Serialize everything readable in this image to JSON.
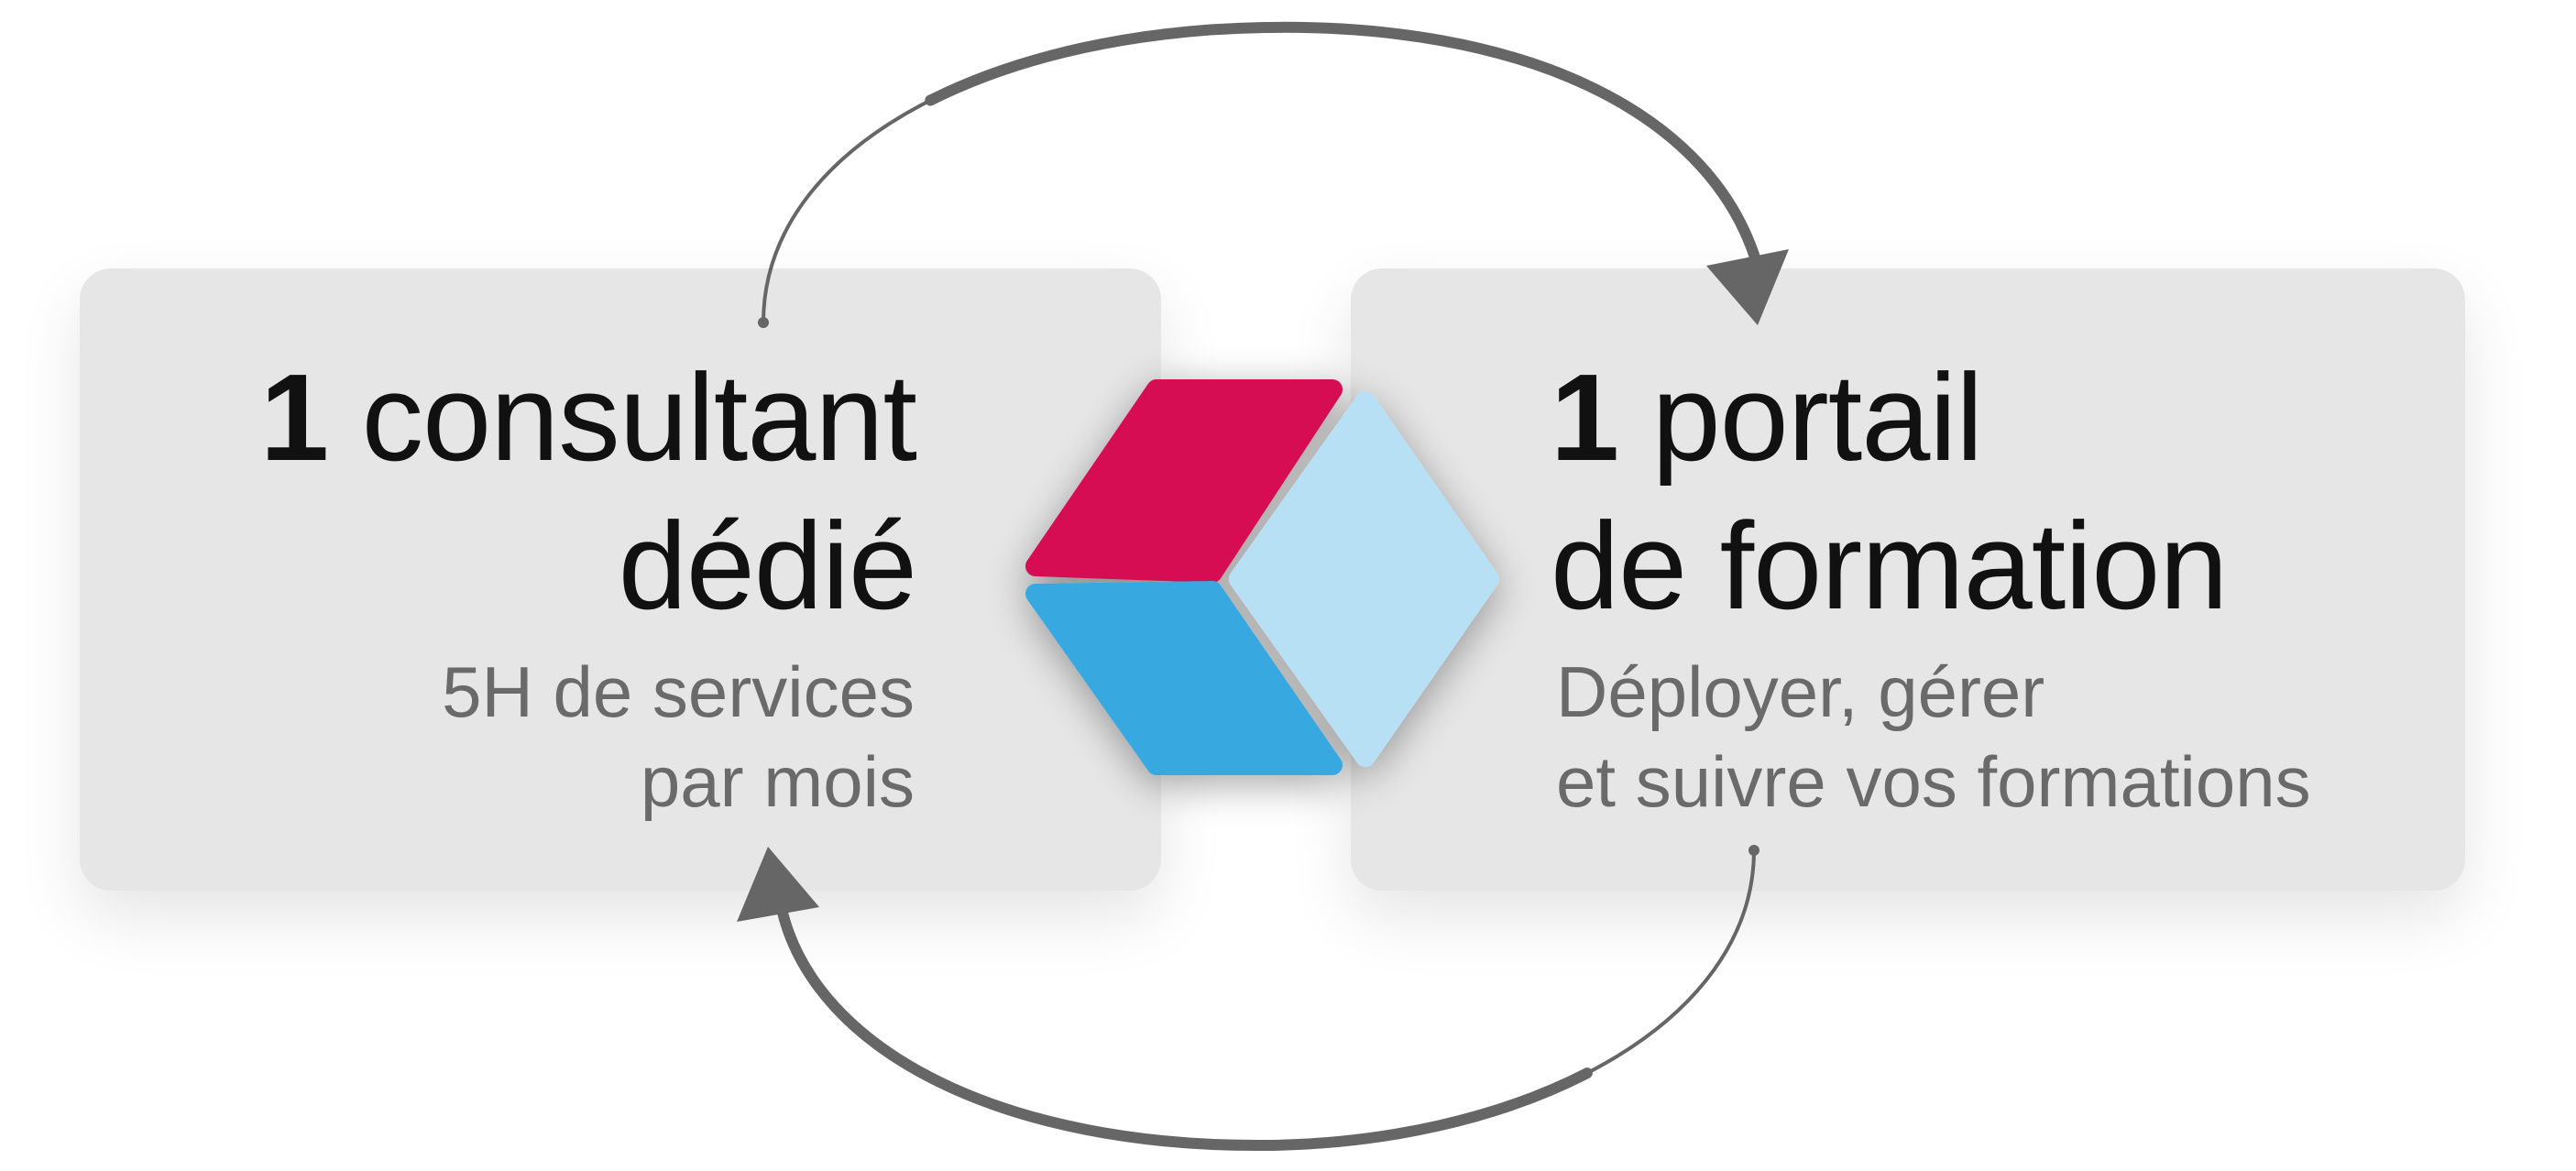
{
  "left_card": {
    "number": "1",
    "title_rest": "consultant",
    "title_line2": "dédié",
    "subtitle_line1": "5H de services",
    "subtitle_line2": "par mois"
  },
  "right_card": {
    "number": "1",
    "title_rest": "portail",
    "title_line2": "de formation",
    "subtitle_line1": "Déployer, gérer",
    "subtitle_line2": "et suivre vos formations"
  },
  "colors": {
    "card_background": "#e6e6e6",
    "arrow": "#666666",
    "cube_top": "#d60b52",
    "cube_bottom": "#39a8e0",
    "cube_right": "#b7e0f5",
    "subtitle_text": "#6a6a6a",
    "title_text": "#111111"
  },
  "icons": {
    "logo": "cube-logo-icon",
    "top_arrow": "curved-arrow-right-icon",
    "bottom_arrow": "curved-arrow-left-icon"
  }
}
